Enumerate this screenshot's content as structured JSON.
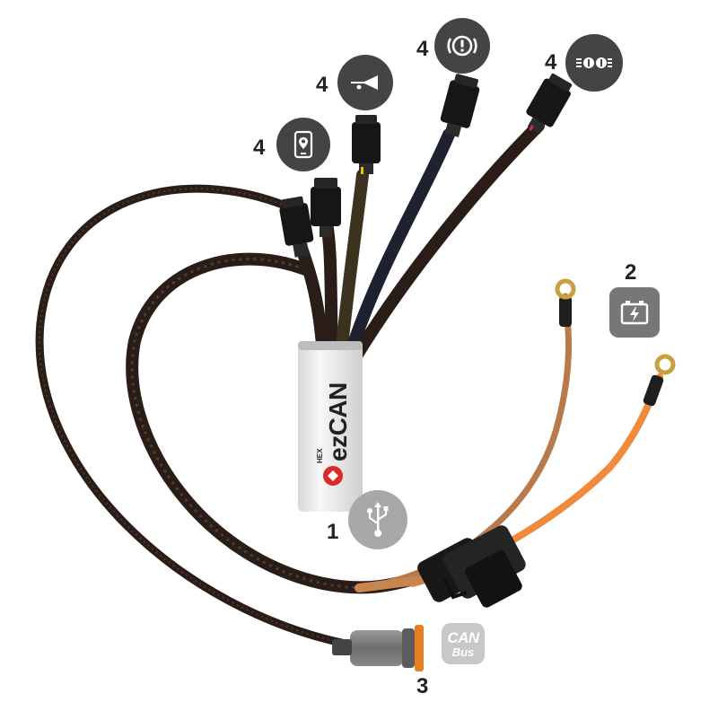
{
  "image": {
    "alt": "ezCAN wiring harness with four accessory connectors, battery ring terminals with inline fuse, USB port and CAN Bus connector",
    "background": "#ffffff"
  },
  "labels": {
    "accessory_outputs": "4",
    "battery": "2",
    "usb": "1",
    "can_bus": "3"
  },
  "module": {
    "brand_small": "HEX",
    "brand_large": "ezCAN"
  },
  "can_badge": {
    "line1": "CAN",
    "line2": "Bus"
  },
  "icons": {
    "accessory_1": "phone-location-icon",
    "accessory_2": "horn-icon",
    "accessory_3": "brake-warning-icon",
    "accessory_4": "headlight-icon",
    "battery": "battery-charge-icon",
    "usb": "usb-icon"
  },
  "colors": {
    "badge_dark": "#444444",
    "badge_grey": "#777777",
    "badge_light": "#c8c8c8",
    "cable_braid": "#2a1d17",
    "wire_brown": "#b87a4b",
    "wire_orange": "#f08a3c",
    "module_body": "#ededed",
    "brand_red": "#d92b2b"
  }
}
